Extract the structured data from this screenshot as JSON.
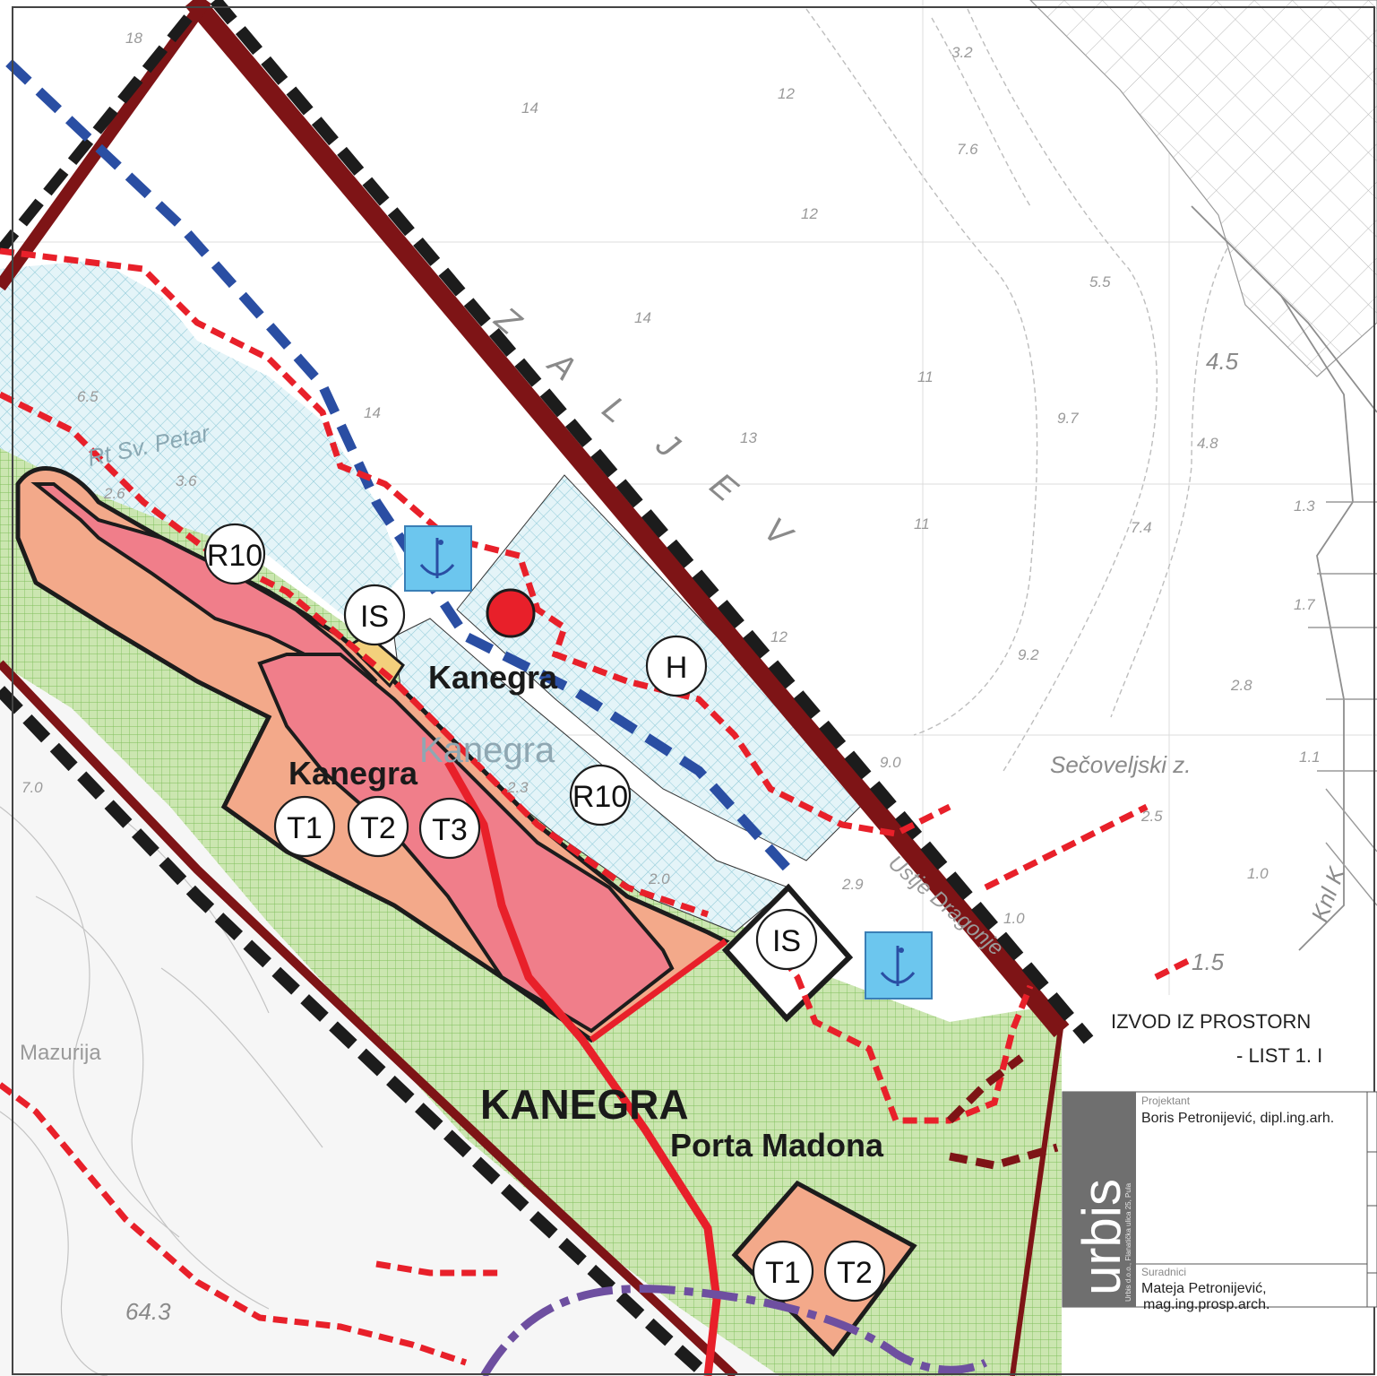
{
  "map": {
    "depths": [
      "18",
      "14",
      "12",
      "3.2",
      "7.6",
      "12",
      "5.5",
      "14",
      "4.5",
      "11",
      "9.7",
      "4.8",
      "14",
      "13",
      "6.5",
      "11",
      "7.4",
      "1.3",
      "12",
      "9.2",
      "1.7",
      "2.8",
      "9.0",
      "1.1",
      "2.5",
      "1.0",
      "2.9",
      "1.0",
      "1.5",
      "2.6",
      "3.6",
      "2.0",
      "2.3",
      "7.0",
      "64.3"
    ],
    "sea_name_letters": [
      "Z",
      "A",
      "L",
      "J",
      "E",
      "V"
    ],
    "place_names": {
      "kanegra_harbour": "Kanegra",
      "kanegra_settlement": "Kanegra",
      "kanegra_area": "KANEGRA",
      "porta_madona": "Porta Madona",
      "secoveljski": "Sečoveljski z.",
      "mazurija": "Mazurija",
      "rt_sv_petar": "Rt Sv. Petar",
      "kanegra_faded": "Kanegra",
      "ustje_dragonje": "Ustje Dragonje",
      "knl": "Knl K"
    },
    "zone_labels": {
      "r10_a": "R10",
      "is_a": "IS",
      "h": "H",
      "r10_b": "R10",
      "t1_a": "T1",
      "t2_a": "T2",
      "t3_a": "T3",
      "is_b": "IS",
      "t1_b": "T1",
      "t2_b": "T2"
    },
    "icons": [
      "anchor-icon",
      "anchor-icon"
    ],
    "colors": {
      "sea_hatch": "#9ed3de",
      "green_zone": "#b9dc9a",
      "salmon_zone": "#f3a98a",
      "pink_zone": "#f07e8a",
      "border_dark_red": "#7e1416",
      "dashed_black": "#1c1c1c",
      "dashed_red": "#e8202a",
      "dashed_blue": "#2a4ea3",
      "purple_line": "#6e4fa0",
      "anchor_blue": "#6cc6ee"
    }
  },
  "title": {
    "line1": "IZVOD IZ PROSTORN",
    "line2": "- LIST 1. I"
  },
  "title_block": {
    "logo": "urbis",
    "company": "Urbis d.o.o., Flanatička ulica 25, Pula",
    "projektant_label": "Projektant",
    "projektant_name": "Boris Petronijević, dipl.ing.arh.",
    "suradnici_label": "Suradnici",
    "suradnici_name1": "Mateja Petronijević,",
    "suradnici_name2": "mag.ing.prosp.arch."
  }
}
